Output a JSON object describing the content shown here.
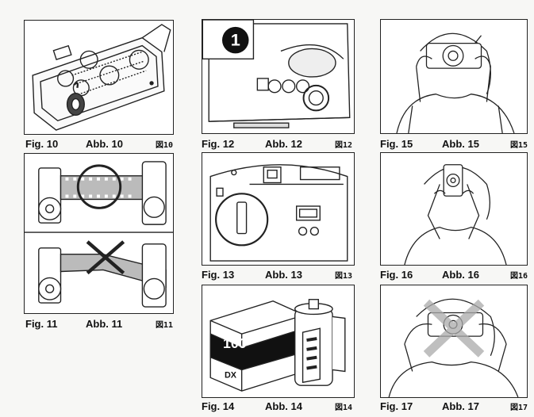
{
  "figures": [
    {
      "id": "fig10",
      "fig": "Fig. 10",
      "abb": "Abb. 10",
      "jp": "図10"
    },
    {
      "id": "fig11",
      "fig": "Fig. 11",
      "abb": "Abb. 11",
      "jp": "図11"
    },
    {
      "id": "fig12",
      "fig": "Fig. 12",
      "abb": "Abb. 12",
      "jp": "図12",
      "badge": "1"
    },
    {
      "id": "fig13",
      "fig": "Fig. 13",
      "abb": "Abb. 13",
      "jp": "図13"
    },
    {
      "id": "fig14",
      "fig": "Fig. 14",
      "abb": "Abb. 14",
      "jp": "図14",
      "box_text": "100",
      "dx_mark": "DX"
    },
    {
      "id": "fig15",
      "fig": "Fig. 15",
      "abb": "Abb. 15",
      "jp": "図15"
    },
    {
      "id": "fig16",
      "fig": "Fig. 16",
      "abb": "Abb. 16",
      "jp": "図16"
    },
    {
      "id": "fig17",
      "fig": "Fig. 17",
      "abb": "Abb. 17",
      "jp": "図17"
    }
  ],
  "icons": {
    "camera": "camera-illustration",
    "film": "film-cartridge-illustration",
    "person": "person-holding-camera-illustration"
  }
}
